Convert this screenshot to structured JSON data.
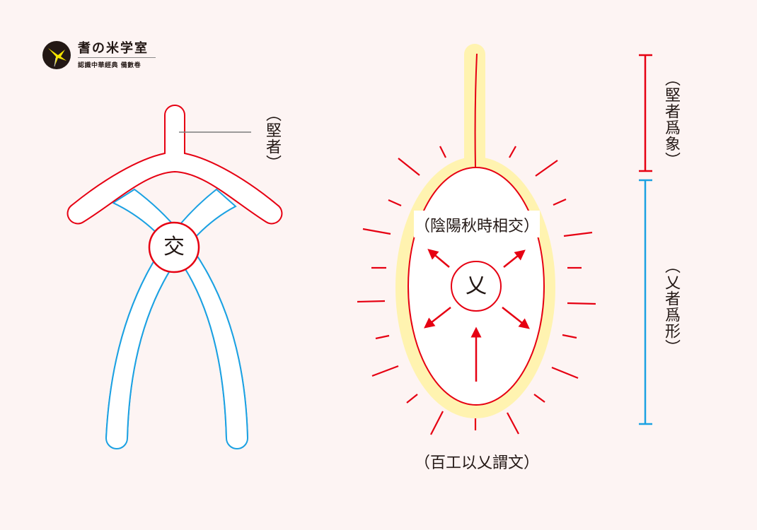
{
  "logo": {
    "title": "耆の米学室",
    "subtitle": "認識中華經典 備數卷"
  },
  "colors": {
    "background": "#fdf4f3",
    "red": "#e60012",
    "blue": "#1ba1e2",
    "glow": "#fff3b0",
    "text": "#231815"
  },
  "left_figure": {
    "center_char": "交",
    "side_label": "（堅者）"
  },
  "right_figure": {
    "top_label": "（陰陽秋時相交）",
    "center_char": "乂",
    "bottom_label": "（百工以乂謂文）"
  },
  "brackets": {
    "red_label": "（堅者爲象）",
    "blue_label": "（乂者爲形）"
  }
}
